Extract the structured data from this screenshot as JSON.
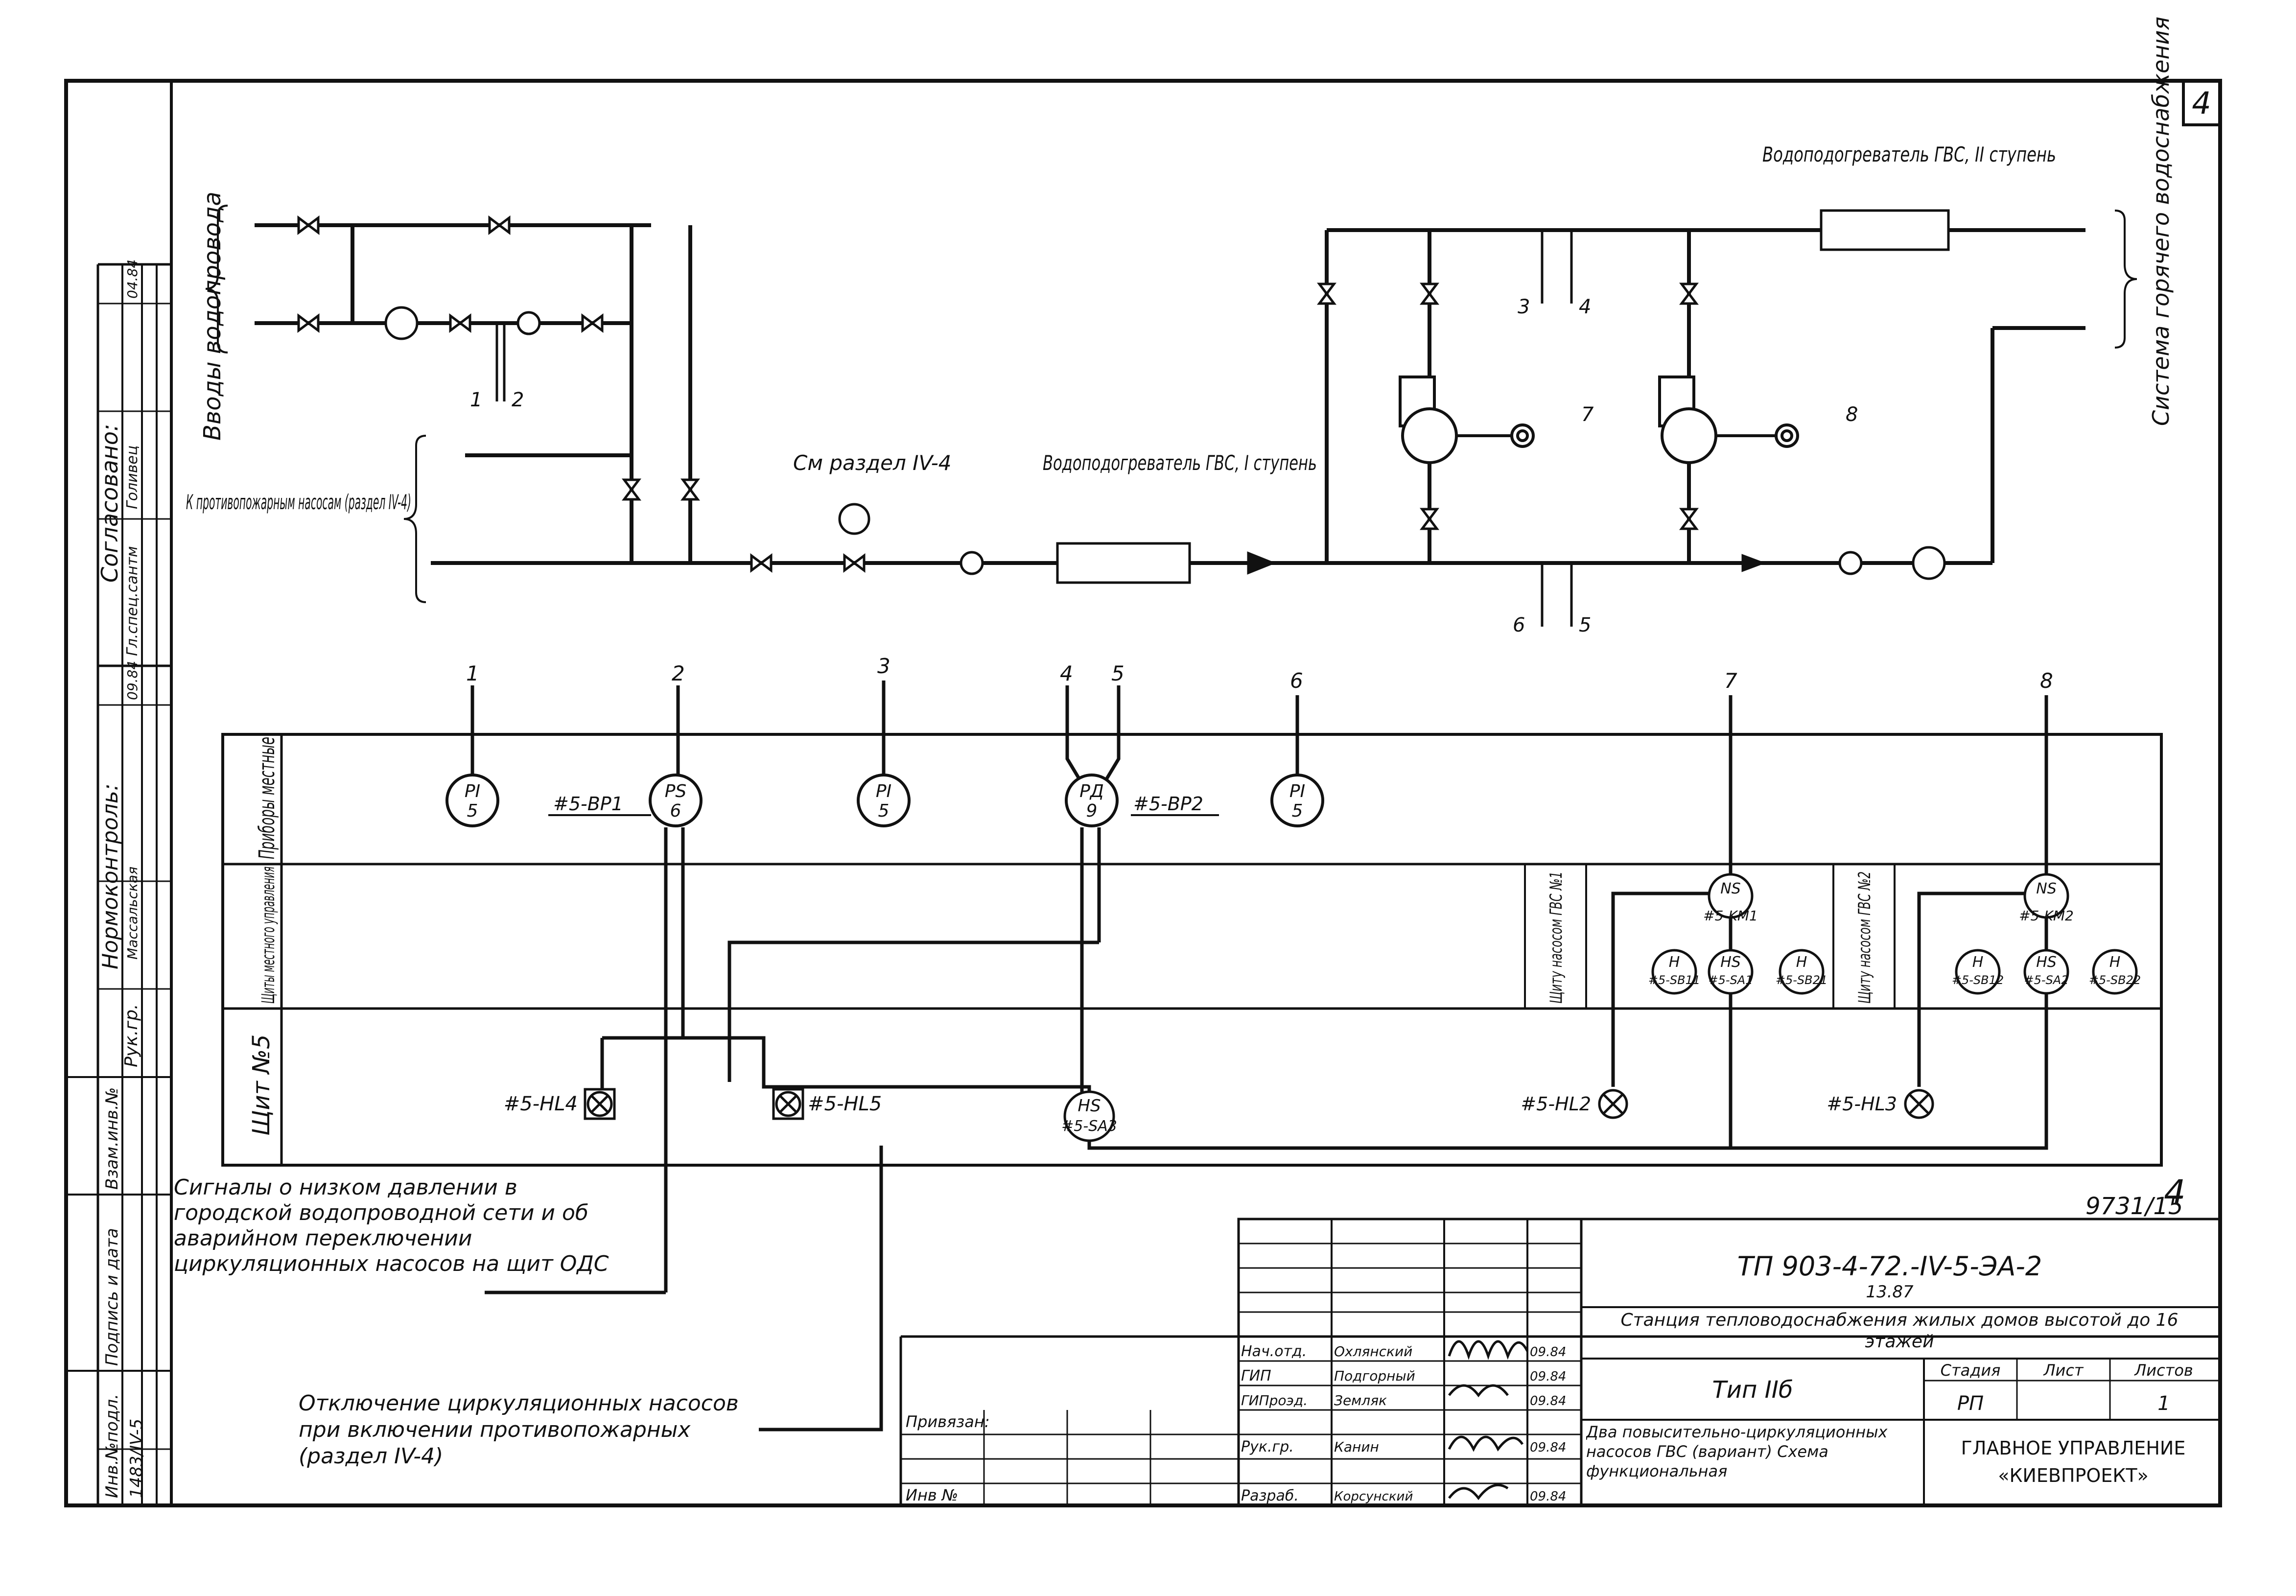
{
  "sheet_number": "4",
  "doc_code": "ТП 903-4-72.-IV-5-ЭА-2",
  "doc_year": "13.87",
  "archive_number": "9731/15",
  "archive_mark": "4",
  "object_title": "Станция тепловодоснабжения жилых домов высотой до 16 этажей",
  "type_label": "Тип IIб",
  "sheet_title": "Два повысительно-циркуляционных насосов ГВС (вариант) Схема функциональная",
  "organization": "ГЛАВНОЕ УПРАВЛЕНИЕ «КИЕВПРОЕКТ»",
  "stage": {
    "label": "Стадия",
    "value": "РП"
  },
  "sheet_col": {
    "label": "Лист",
    "value": ""
  },
  "sheets_col": {
    "label": "Листов",
    "value": "1"
  },
  "tied": "Привязан:",
  "inv_no": "Инв №",
  "signatures": [
    {
      "role": "Нач.отд.",
      "name": "Охлянский",
      "date": "09.84"
    },
    {
      "role": "ГИП",
      "name": "Подгорный",
      "date": "09.84"
    },
    {
      "role": "ГИПроэд.",
      "name": "Земляк",
      "date": "09.84"
    },
    {
      "role": "Рук.гр.",
      "name": "Канин",
      "date": "09.84"
    },
    {
      "role": "Разраб.",
      "name": "Корсунский",
      "date": "09.84"
    }
  ],
  "side_stamp": {
    "agreed": "Согласовано:",
    "row1_role": "Гл.спец.сантм",
    "row1_name": "Голивец",
    "row1_date": "04.84",
    "row2_date": "09.84",
    "normcontrol": "Нормоконтроль:",
    "nk_name": "Массальская",
    "nk_role": "Рук.гр.",
    "inv_orig": "Инв.№подл.",
    "sign_date": "Подпись и дата",
    "replace_inv": "Взам.инв.№",
    "inv_value": "1483/IV-5"
  },
  "labels": {
    "inputs": "Вводы водопровода",
    "fire": "К противопожарным насосам (раздел IV-4)",
    "see_section": "См раздел IV-4",
    "heater1": "Водоподогреватель ГВС, I ступень",
    "heater2": "Водоподогреватель ГВС, II ступень",
    "hot_supply": "Система горячего водоснабжения",
    "signals": "Сигналы о низком давлении в городской водопроводной сети и об аварийном переключении циркуляционных насосов на щит ОДС",
    "disconnect": "Отключение циркуляционных насосов при включении противопожарных (раздел IV-4)"
  },
  "rows": {
    "row1": "Приборы местные",
    "row2": "Щиты местного управления",
    "row3": "Щит №5",
    "panel1": "Щиту насосом ГВС №1",
    "panel2": "Щиту насосом ГВС №2"
  },
  "taps": [
    "1",
    "2",
    "3",
    "4",
    "5",
    "6",
    "7",
    "8"
  ],
  "instruments": [
    {
      "code": "PI",
      "num": "5"
    },
    {
      "code": "PS",
      "num": "6",
      "tag": "#5-BP1"
    },
    {
      "code": "PI",
      "num": "5"
    },
    {
      "code": "PД",
      "num": "9",
      "tag": "#5-BP2"
    },
    {
      "code": "PI",
      "num": "5"
    }
  ],
  "panel_devices": [
    {
      "code": "NS",
      "tag": "#5-KM1"
    },
    {
      "code": "H",
      "tag": "#5-SB11"
    },
    {
      "code": "HS",
      "tag": "#5-SA1"
    },
    {
      "code": "H",
      "tag": "#5-SB21"
    },
    {
      "code": "NS",
      "tag": "#5-KM2"
    },
    {
      "code": "H",
      "tag": "#5-SB12"
    },
    {
      "code": "HS",
      "tag": "#5-SA2"
    },
    {
      "code": "H",
      "tag": "#5-SB22"
    }
  ],
  "lamps": [
    {
      "tag": "#5-HL4"
    },
    {
      "tag": "#5-HL5"
    },
    {
      "tag": "#5-HL2"
    },
    {
      "tag": "#5-HL3"
    }
  ],
  "switch_main": {
    "code": "HS",
    "tag": "#5-SA3"
  }
}
